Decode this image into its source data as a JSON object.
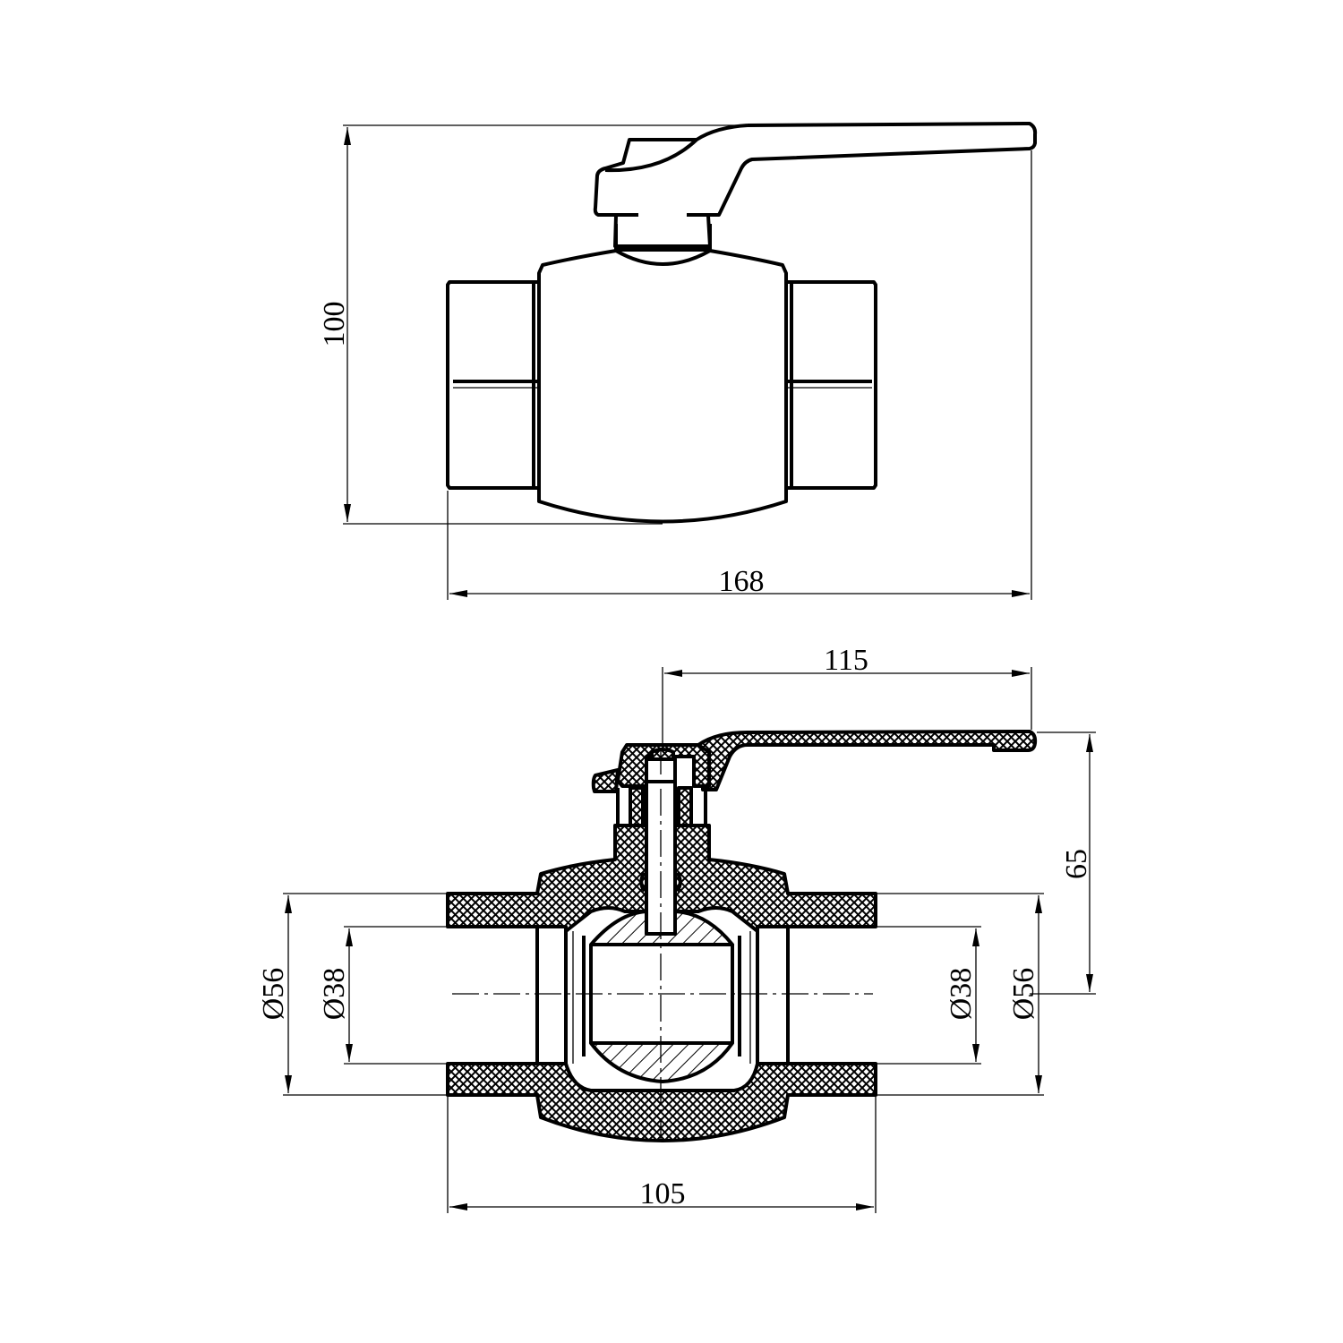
{
  "drawing": {
    "top_view": {
      "height_label": "100",
      "length_label": "168"
    },
    "section_view": {
      "handle_length_label": "115",
      "handle_height_label": "65",
      "left_outer_diameter_label": "Ø56",
      "left_inner_diameter_label": "Ø38",
      "right_inner_diameter_label": "Ø38",
      "right_outer_diameter_label": "Ø56",
      "body_length_label": "105"
    },
    "colors": {
      "line": "#000000",
      "background": "#ffffff"
    }
  }
}
